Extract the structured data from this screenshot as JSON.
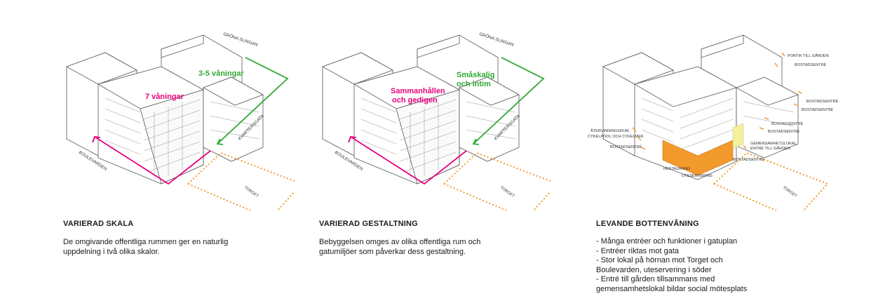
{
  "panels": [
    {
      "labels": {
        "grona_slingan": "GRÖNA SLINGAN",
        "kvartersgata": "KVARTERSGATA",
        "boulevarden": "BOULEVARDEN",
        "torget": "TORGET",
        "magenta_text": "7 våningar",
        "green_text": "3-5 våningar"
      },
      "heading": "VARIERAD SKALA",
      "body": "De omgivande offentliga rummen ger en naturlig uppdelning i två olika skalor."
    },
    {
      "labels": {
        "grona_slingan": "GRÖNA SLINGAN",
        "kvartersgata": "KVARTERSGATA",
        "boulevarden": "BOULEVARDEN",
        "torget": "TORGET",
        "magenta_line1": "Sammanhållen",
        "magenta_line2": "och gedigen",
        "green_line1": "Småskalig",
        "green_line2": "och intim"
      },
      "heading": "VARIERAD GESTALTNING",
      "body": "Bebyggelsen omges av olika offentliga rum och gatumiljöer som påverkar dess gestaltning."
    },
    {
      "labels": {
        "torget": "TORGET",
        "portik": "PORTIK TILL GÅRDEN",
        "bostadsentre": "BOSTADSENTRÉ",
        "atervinning1": "ÅTERVINNINGSRUM,",
        "atervinning2": "CYKELPOOL OCH CYKELMEK",
        "gemensamhet1": "GEMENSAMHETSLOKAL,",
        "gemensamhet2": "ENTRÉ TILL GÅRDEN",
        "restaurang": "RESTAURANG",
        "uteservering": "UTESERVERING"
      },
      "heading": "LEVANDE BOTTENVÅNING",
      "bullets": [
        "- Många entréer och funktioner i gatuplan",
        "- Entréer riktas mot gata",
        "- Stor lokal på hörnan mot Torget och",
        "Boulevarden, uteservering i söder",
        "- Entré till gården tillsammans med",
        "gemensamhetslokal bildar social mötesplats"
      ]
    }
  ],
  "colors": {
    "magenta": "#e6007e",
    "green": "#2fa832",
    "orange": "#f39a2d",
    "yellow": "#f3f0a0",
    "line": "#555555"
  }
}
